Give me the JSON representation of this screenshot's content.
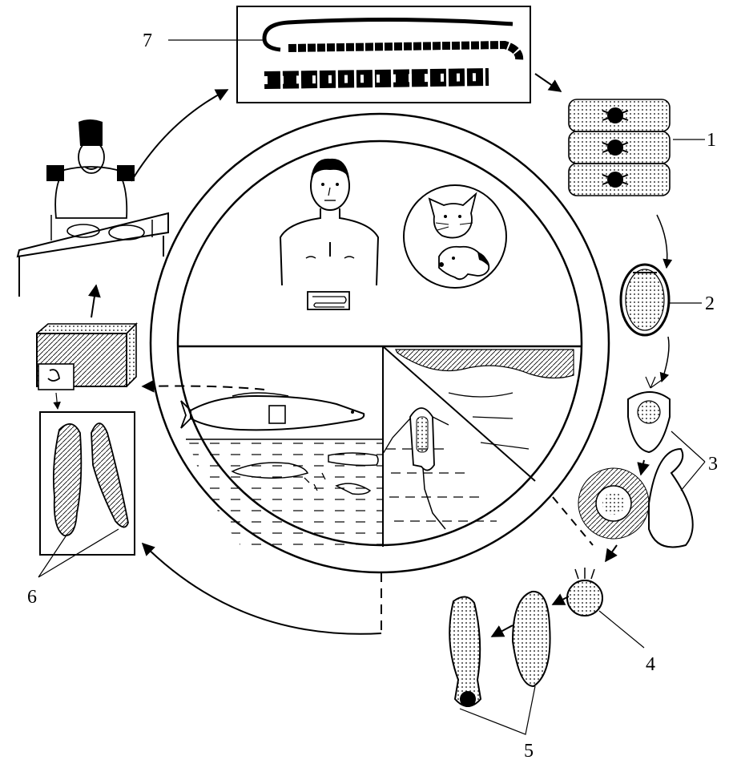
{
  "labels": {
    "one": "1",
    "two": "2",
    "three": "3",
    "four": "4",
    "five": "5",
    "six": "6",
    "seven": "7"
  },
  "icons": [
    "tapeworm-strobila-icon",
    "proglottids-icon",
    "egg-icon",
    "coracidium-icon",
    "oncosphere-icon",
    "procercoid-icon",
    "plerocercoid-icon",
    "human-host-icon",
    "cat-icon",
    "dog-icon",
    "fish-icon",
    "copepod-icon",
    "dining-man-icon"
  ],
  "colors": {
    "ink": "#000000",
    "paper": "#ffffff",
    "fill": "#cfcfcf"
  }
}
